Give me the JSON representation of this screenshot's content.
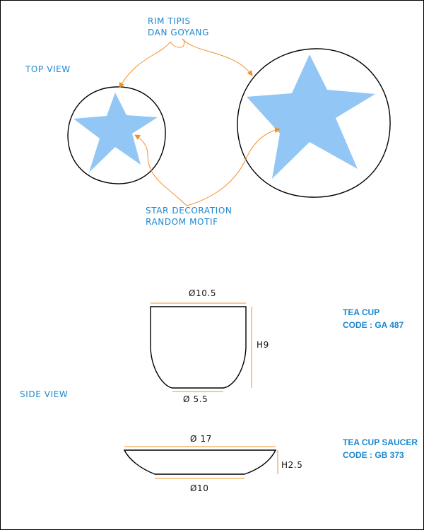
{
  "labels": {
    "top_view": "TOP VIEW",
    "side_view": "SIDE VIEW",
    "rim_note": [
      "RIM TIPIS",
      "DAN GOYANG"
    ],
    "star_note": [
      "STAR DECORATION",
      "RANDOM MOTIF"
    ]
  },
  "tea_cup": {
    "name": "TEA CUP",
    "code": "CODE : GA 487",
    "top_diameter": "Ø10.5",
    "height": "H9",
    "base_diameter": "Ø 5.5"
  },
  "saucer": {
    "name": "TEA CUP SAUCER",
    "code": "CODE : GB 373",
    "top_diameter": "Ø 17",
    "height": "H2.5",
    "base_diameter": "Ø10"
  },
  "colors": {
    "annotation_blue": "#1b87cf",
    "star_fill": "#92c6f4",
    "leader_orange": "#f28f2a",
    "outline": "#000000"
  }
}
